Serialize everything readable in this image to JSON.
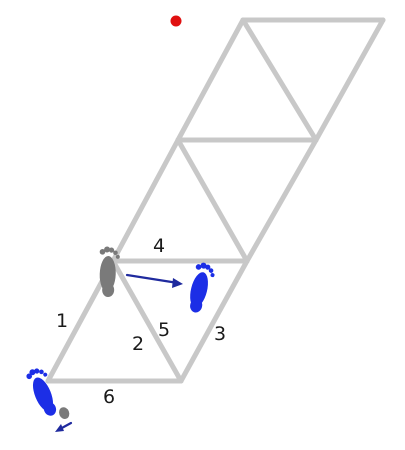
{
  "diagram": {
    "edge_labels": {
      "e1": "1",
      "e2": "2",
      "e3": "3",
      "e4": "4",
      "e5": "5",
      "e6": "6"
    },
    "colors": {
      "grid_edge": "#c8c8c8",
      "start_dot": "#e01010",
      "previous_foot": "#7a7a7a",
      "current_foot": "#1c2ee6",
      "arrow": "#1f2a9e"
    },
    "icons": {
      "start_marker": "red-dot",
      "previous_footprint": "footprint-gray",
      "current_footprint": "footprint-blue",
      "step_arrow": "arrow-right",
      "return_arrow": "arrow-down-left"
    }
  }
}
